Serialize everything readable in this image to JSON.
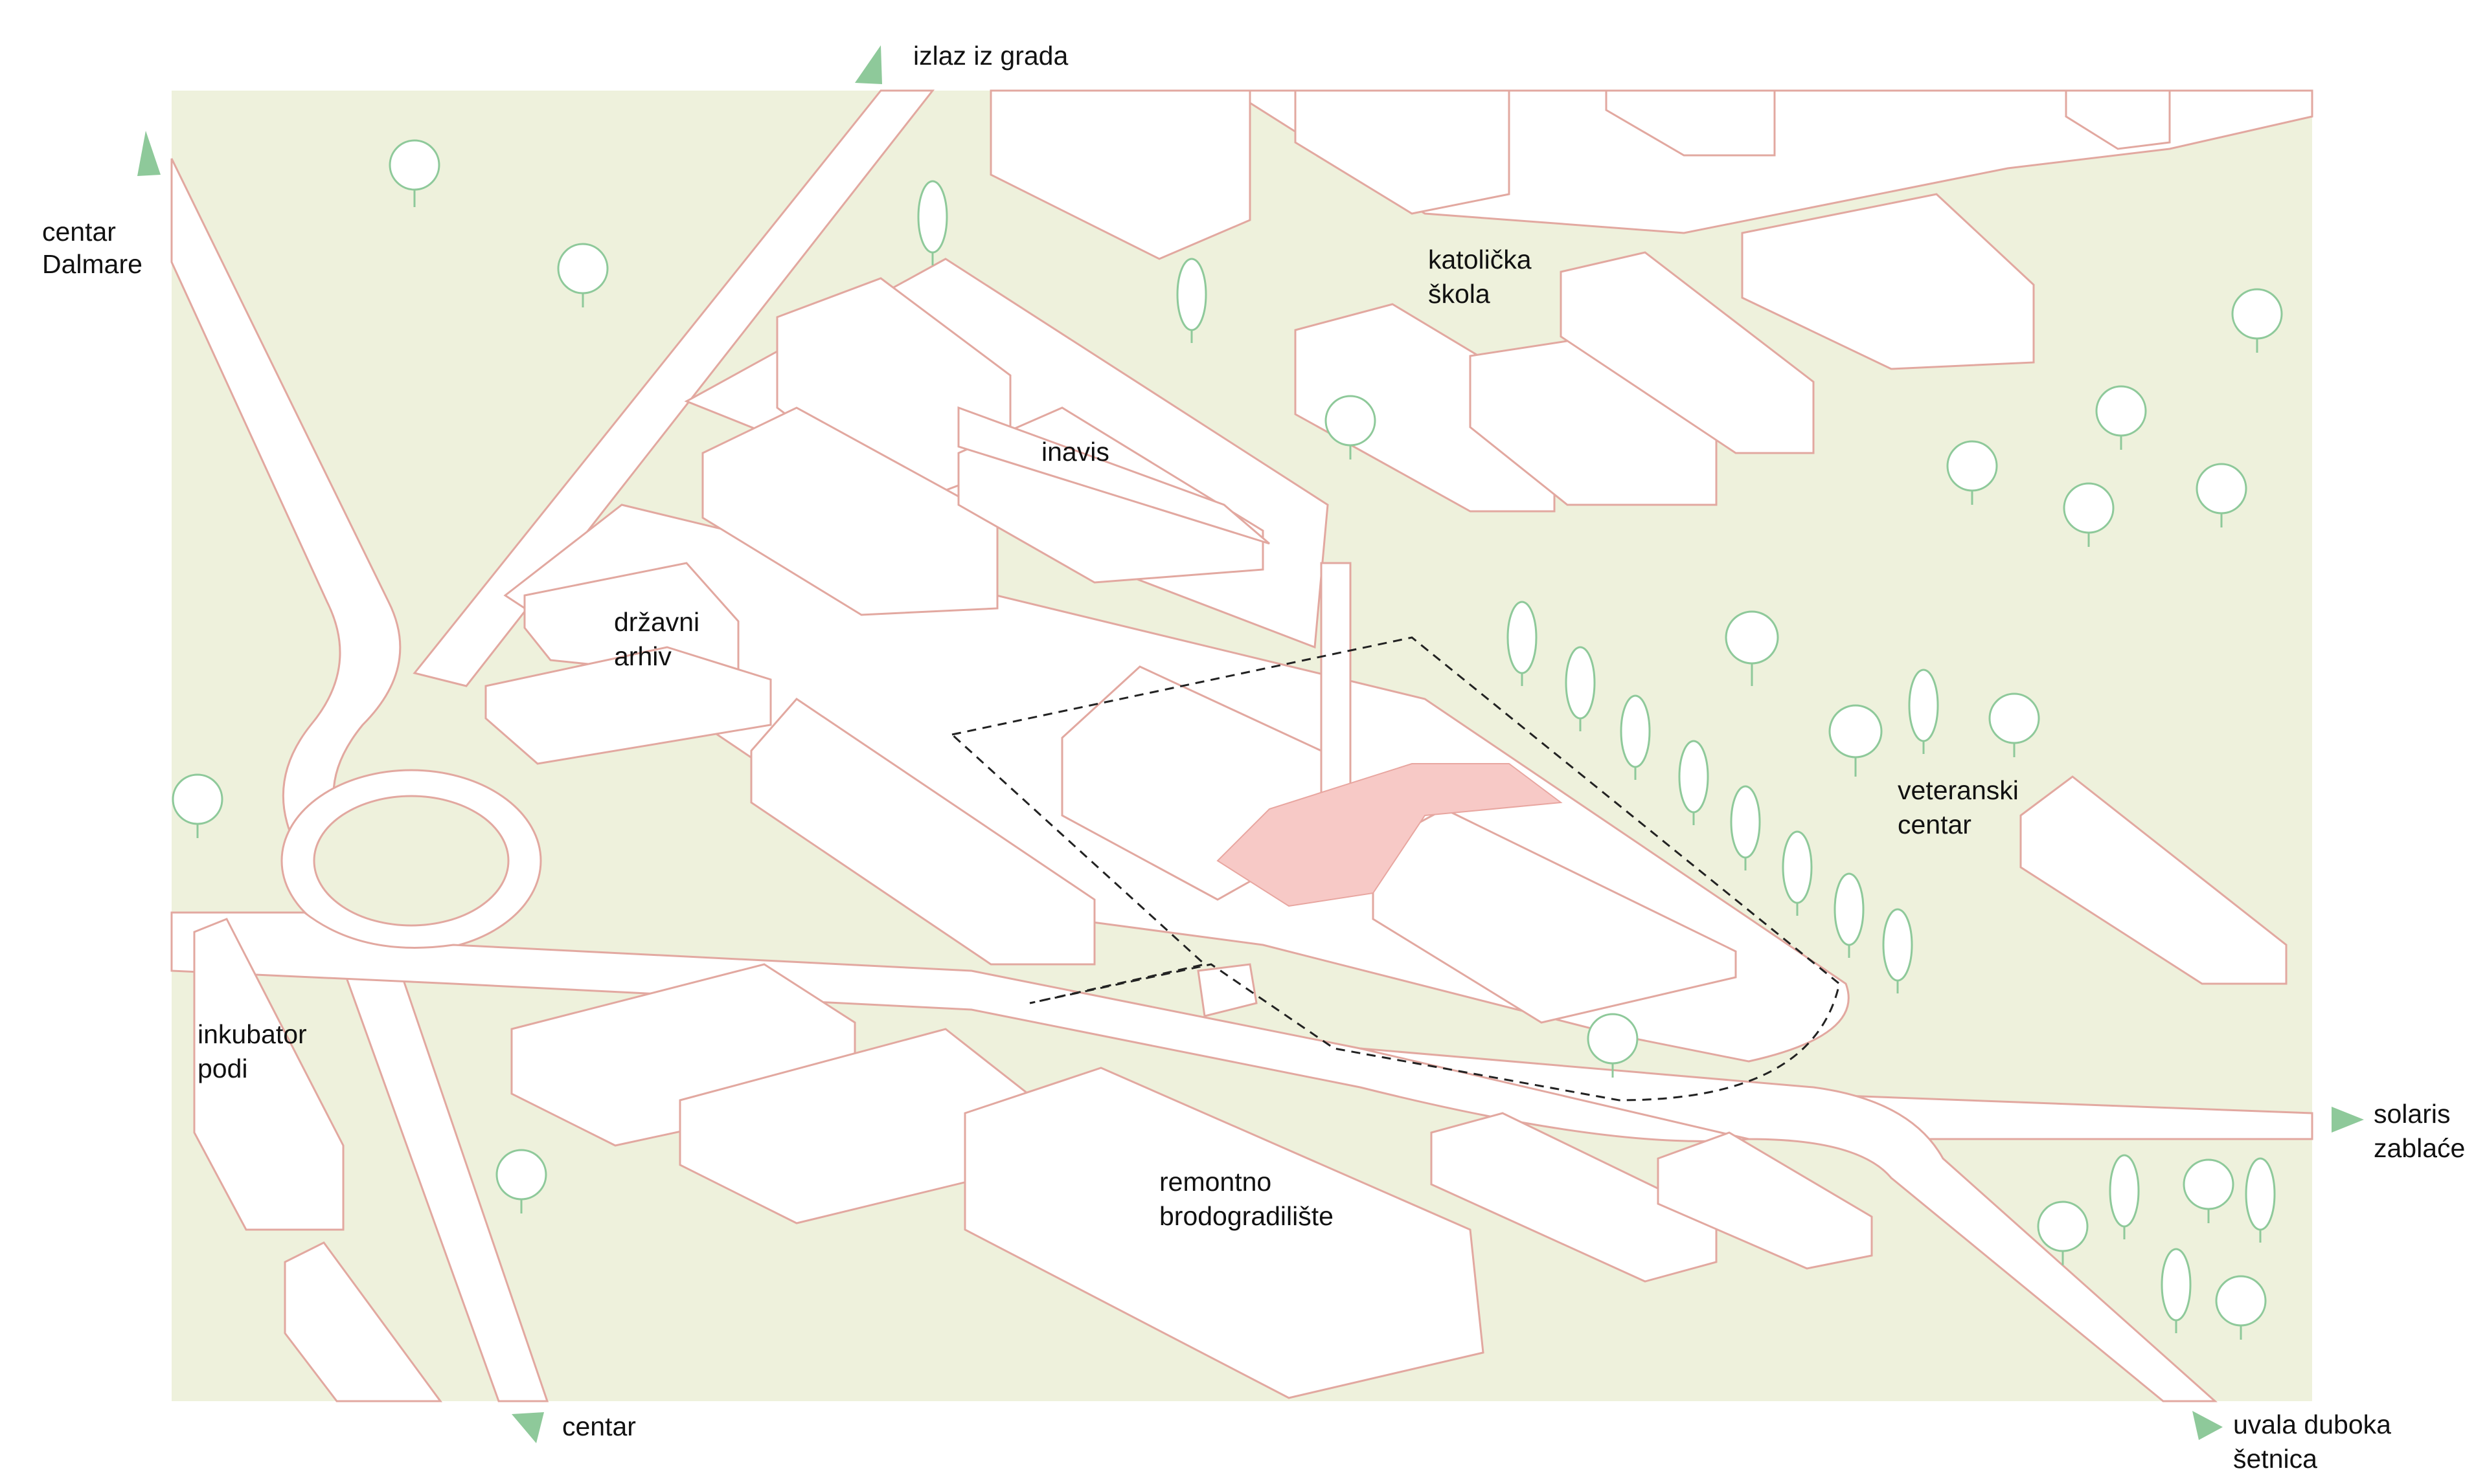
{
  "colors": {
    "ground": "#eef1dc",
    "road": "#ffffff",
    "outline": "#e2a8a0",
    "tree": "#8ec99a",
    "highlight": "#f7c9c6",
    "boundary": "#222222",
    "arrow": "#8ec99a"
  },
  "labels": {
    "izlaz_iz_grada": "izlaz iz grada",
    "centar_dalmare_line1": "centar",
    "centar_dalmare_line2": "Dalmare",
    "katolicka_skola_line1": "katolička",
    "katolicka_skola_line2": "škola",
    "inavis": "inavis",
    "drzavni_arhiv_line1": "državni",
    "drzavni_arhiv_line2": "arhiv",
    "veteranski_centar_line1": "veteranski",
    "veteranski_centar_line2": "centar",
    "inkubator_podi_line1": "inkubator",
    "inkubator_podi_line2": "podi",
    "remontno_line1": "remontno",
    "remontno_line2": "brodogradilište",
    "solaris_line1": "solaris",
    "solaris_line2": "zablaće",
    "centar": "centar",
    "uvala_line1": "uvala duboka",
    "uvala_line2": "šetnica"
  },
  "icons": {
    "direction_arrow": "direction-arrow-icon",
    "tree": "tree-icon"
  }
}
